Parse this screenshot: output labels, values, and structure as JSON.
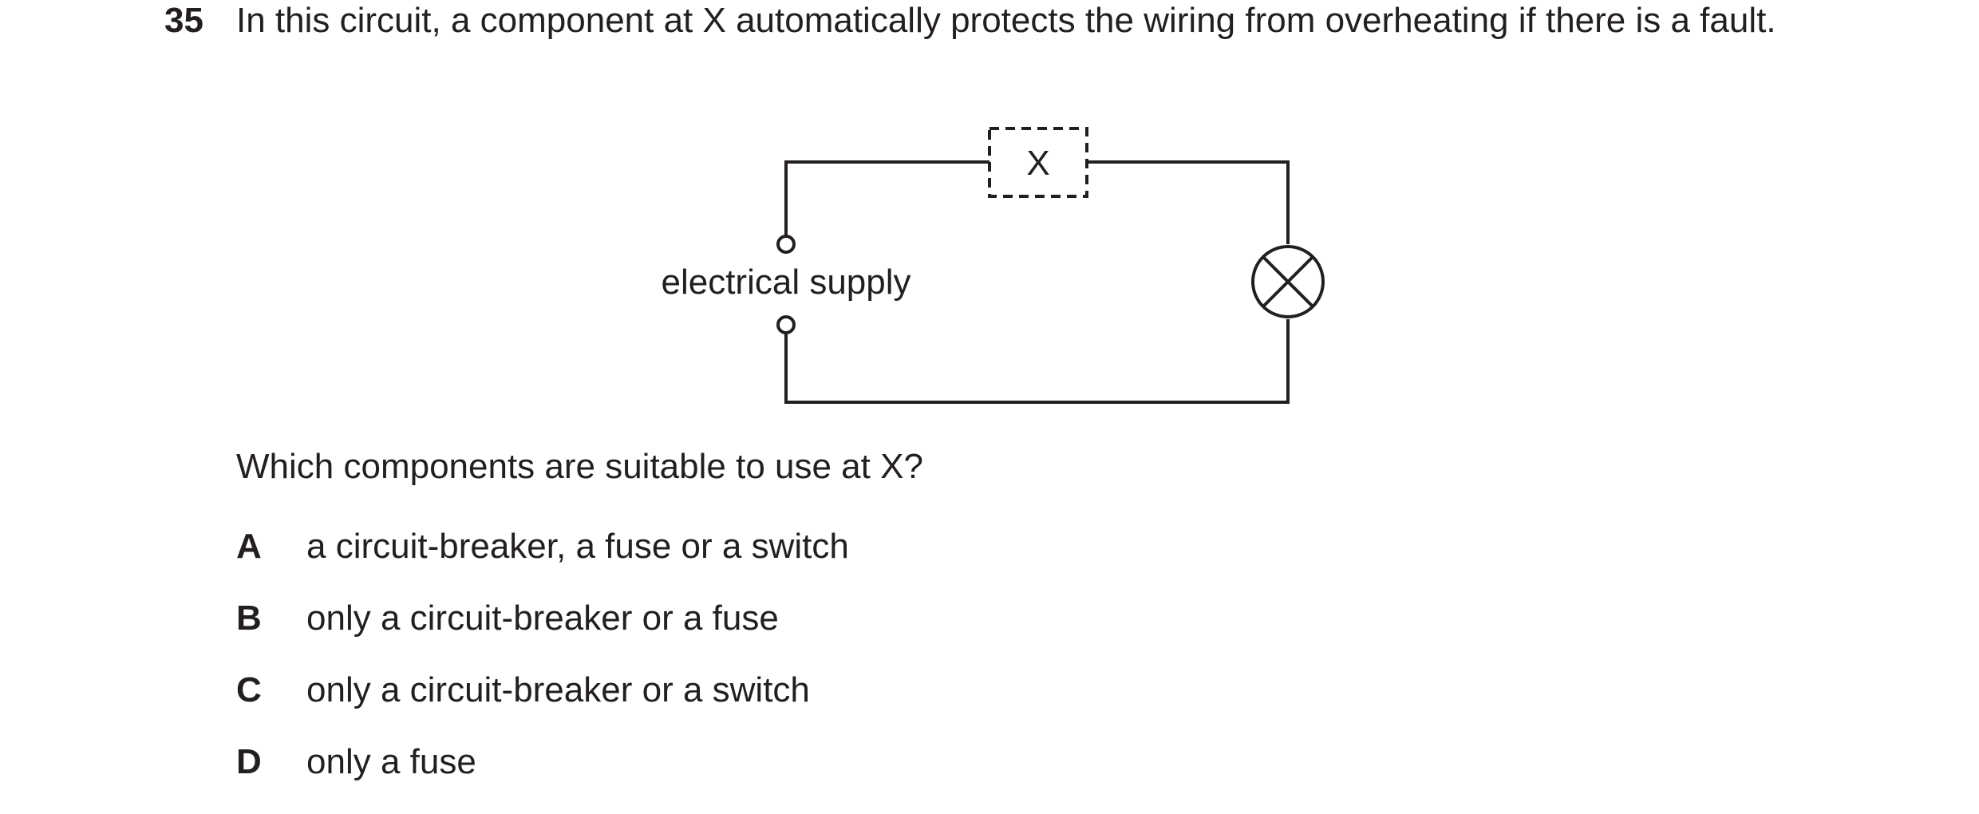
{
  "question": {
    "number": "35",
    "text": "In this circuit, a component at X automatically protects the wiring from overheating if there is a fault."
  },
  "diagram": {
    "component_label": "X",
    "supply_label": "electrical supply"
  },
  "prompt": "Which components are suitable to use at X?",
  "options": [
    {
      "letter": "A",
      "text": "a circuit-breaker, a fuse or a switch"
    },
    {
      "letter": "B",
      "text": "only a circuit-breaker or a fuse"
    },
    {
      "letter": "C",
      "text": "only a circuit-breaker or a switch"
    },
    {
      "letter": "D",
      "text": "only a fuse"
    }
  ]
}
